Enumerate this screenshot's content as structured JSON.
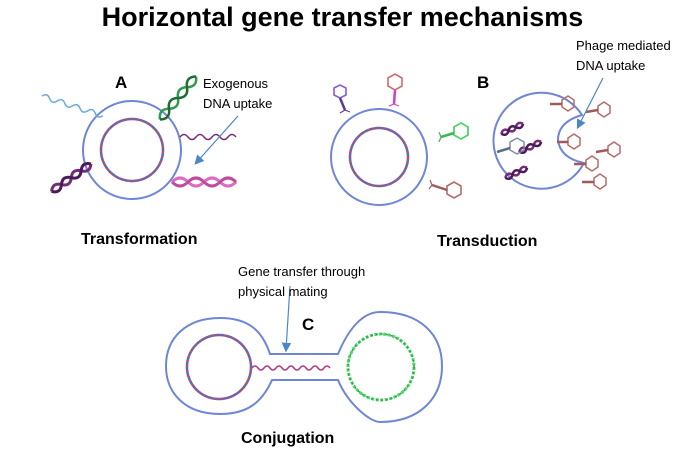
{
  "title": "Horizontal gene transfer mechanisms",
  "panels": {
    "a": {
      "letter": "A",
      "label": "Transformation",
      "note_line1": "Exogenous",
      "note_line2": "DNA uptake"
    },
    "b": {
      "letter": "B",
      "label": "Transduction",
      "note_line1": "Phage mediated",
      "note_line2": "DNA uptake"
    },
    "c": {
      "letter": "C",
      "label": "Conjugation",
      "note_line1": "Gene transfer through",
      "note_line2": "physical mating"
    }
  },
  "colors": {
    "cell_outline": "#6f86d6",
    "chromosome_red": "#d14a4a",
    "chromosome_blue": "#4a6fd1",
    "plasmid_green": "#4fd36a",
    "dna_purple": "#7a2a7a",
    "dna_pink": "#e06ac0",
    "dna_green": "#2f9a4a",
    "phage_brown": "#b56a6a",
    "arrow": "#4a86c8"
  }
}
